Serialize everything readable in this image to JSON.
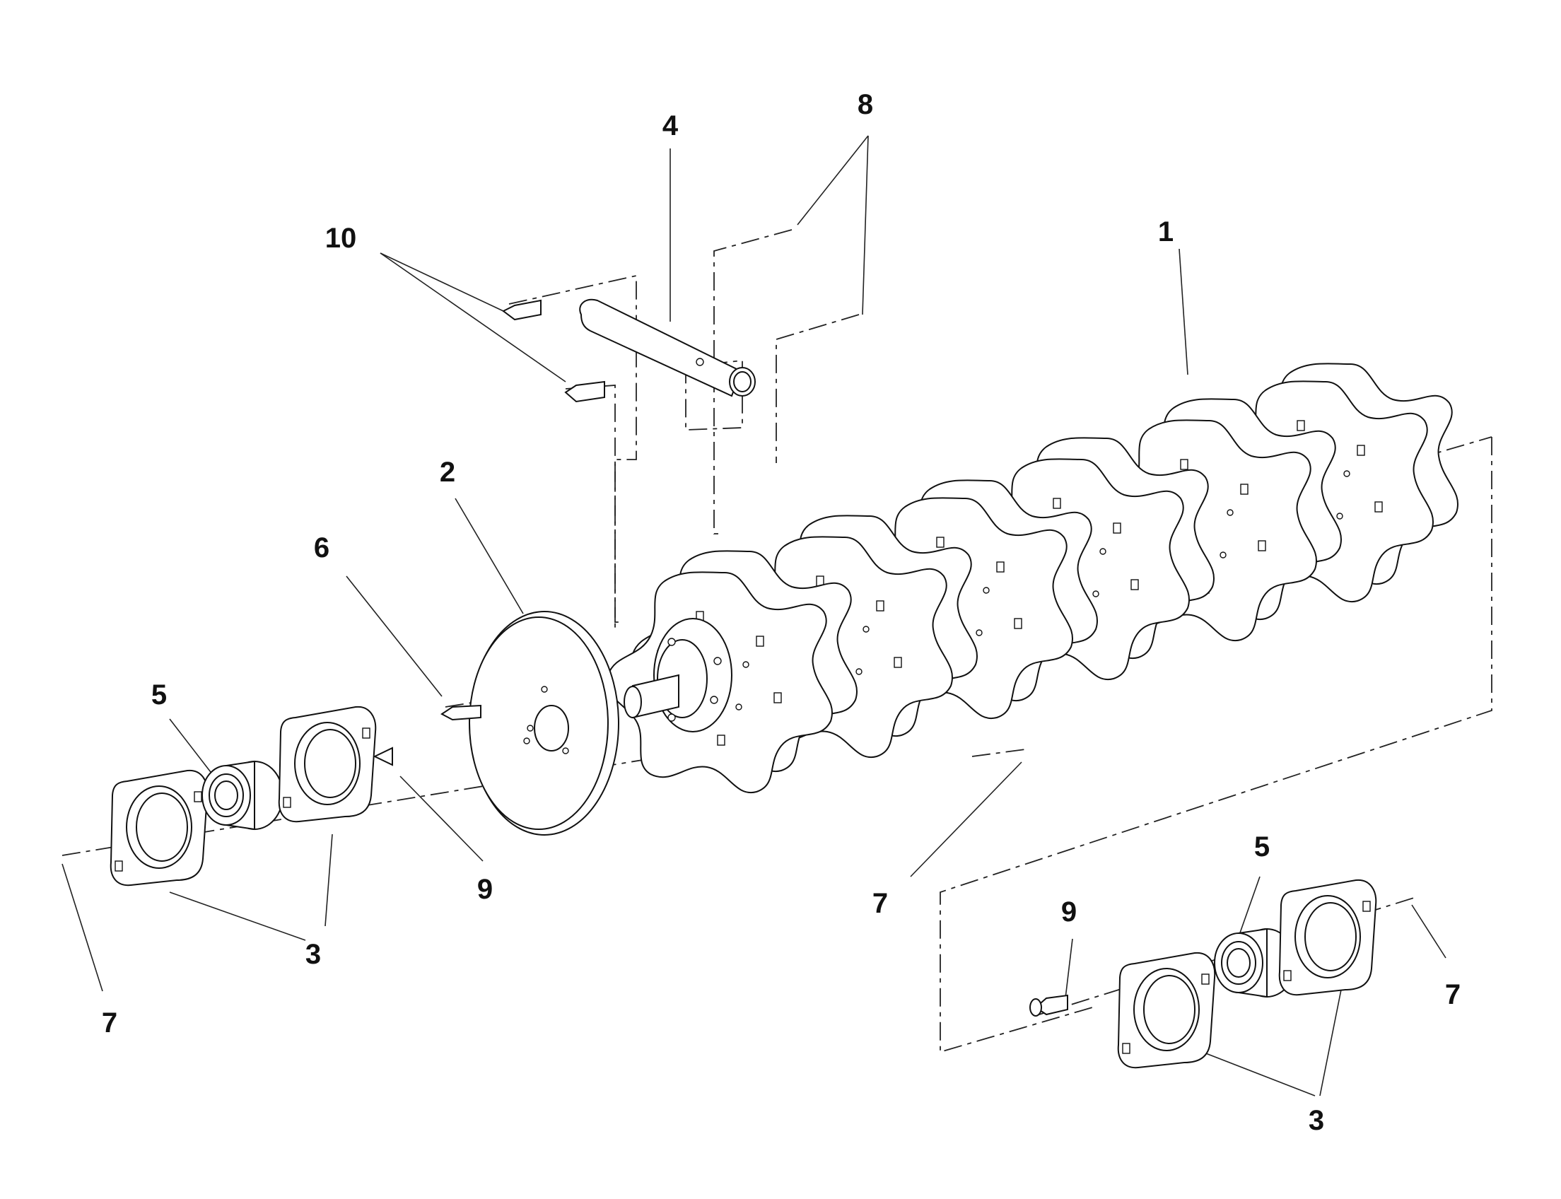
{
  "callouts": [
    {
      "id": "c10",
      "text": "10"
    },
    {
      "id": "c4",
      "text": "4"
    },
    {
      "id": "c8",
      "text": "8"
    },
    {
      "id": "c1",
      "text": "1"
    },
    {
      "id": "c2",
      "text": "2"
    },
    {
      "id": "c6",
      "text": "6"
    },
    {
      "id": "c5a",
      "text": "5"
    },
    {
      "id": "c9a",
      "text": "9"
    },
    {
      "id": "c3a",
      "text": "3"
    },
    {
      "id": "c7a",
      "text": "7"
    },
    {
      "id": "c7b",
      "text": "7"
    },
    {
      "id": "c5b",
      "text": "5"
    },
    {
      "id": "c9b",
      "text": "9"
    },
    {
      "id": "c7c",
      "text": "7"
    },
    {
      "id": "c3b",
      "text": "3"
    }
  ]
}
